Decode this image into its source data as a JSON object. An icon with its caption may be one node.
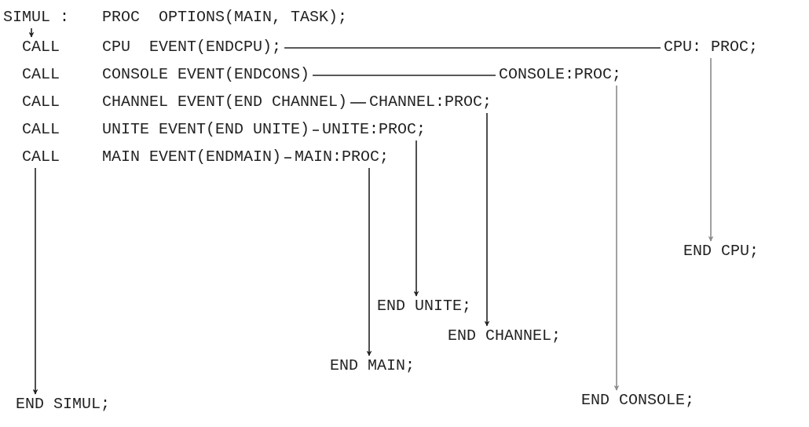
{
  "diagram": {
    "nodes": [
      {
        "text": [
          "SIMUL :"
        ]
      },
      {
        "text": [
          "CALL"
        ]
      },
      {
        "text": [
          "CPU  EVENT(ENDCPU);"
        ]
      },
      {
        "text": [
          "CPU: PROC;"
        ]
      },
      {
        "text": [
          "CONSOLE EVENT(ENDCONS)"
        ]
      },
      {
        "text": [
          "CONSOLE:PROC;"
        ]
      },
      {
        "text": [
          "CHANNEL EVENT(END CHANNEL)"
        ]
      },
      {
        "text": [
          "CHANNEL:PROC;"
        ]
      },
      {
        "text": [
          "UNITE EVENT(END UNITE)"
        ]
      },
      {
        "text": [
          "UNITE:PROC;"
        ]
      },
      {
        "text": [
          "CALL"
        ]
      },
      {
        "text": [
          "MAIN EVENT(ENDMAIN)"
        ]
      },
      {
        "text": [
          "MAIN:PROC;"
        ]
      },
      {
        "text": [
          "END CPU;"
        ]
      },
      {
        "text": [
          "END UNITE;"
        ]
      },
      {
        "text": [
          "END CHANNEL;"
        ]
      },
      {
        "text": [
          "END MAIN;"
        ]
      },
      {
        "text": [
          "END SIMUL;"
        ]
      },
      {
        "text": [
          "END CONSOLE;"
        ]
      }
    ],
    "edges": [
      {
        "from": 0,
        "to": 1,
        "arrow": "to"
      },
      {
        "from": 2,
        "to": 3,
        "arrow": "none"
      },
      {
        "from": 3,
        "to": 13,
        "arrow": "to",
        "color": "#8a8a8a"
      },
      {
        "from": 4,
        "to": 5,
        "arrow": "none"
      },
      {
        "from": 5,
        "to": 18,
        "arrow": "to",
        "color": "#8a8a8a"
      },
      {
        "from": 6,
        "to": 7,
        "arrow": "none"
      },
      {
        "from": 7,
        "to": 15,
        "arrow": "to"
      },
      {
        "from": 8,
        "to": 9,
        "arrow": "none"
      },
      {
        "from": 9,
        "to": 14,
        "arrow": "to"
      },
      {
        "from": 11,
        "to": 12,
        "arrow": "none"
      },
      {
        "from": 12,
        "to": 16,
        "arrow": "to"
      },
      {
        "from": 10,
        "to": 17,
        "arrow": "to"
      }
    ],
    "labels": [
      "PROC  OPTIONS(MAIN, TASK);",
      "CALL",
      "CALL",
      "CALL"
    ]
  }
}
